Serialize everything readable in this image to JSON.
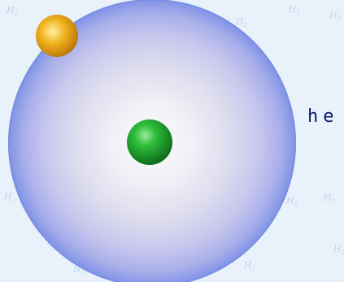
{
  "caption_fragment": "he",
  "watermark": {
    "text": "H",
    "subscript": "2"
  },
  "colors": {
    "background": "#e9f1fa",
    "orbit_outer": "#7f92e6",
    "orbit_mid": "#c8c6ee",
    "orbit_inner": "#efeff6",
    "nucleus": "#1aa32b",
    "electron": "#f0b21c",
    "label": "#0b1a66"
  },
  "icons": [
    "nucleus-icon",
    "electron-icon",
    "orbit-cloud-icon"
  ]
}
